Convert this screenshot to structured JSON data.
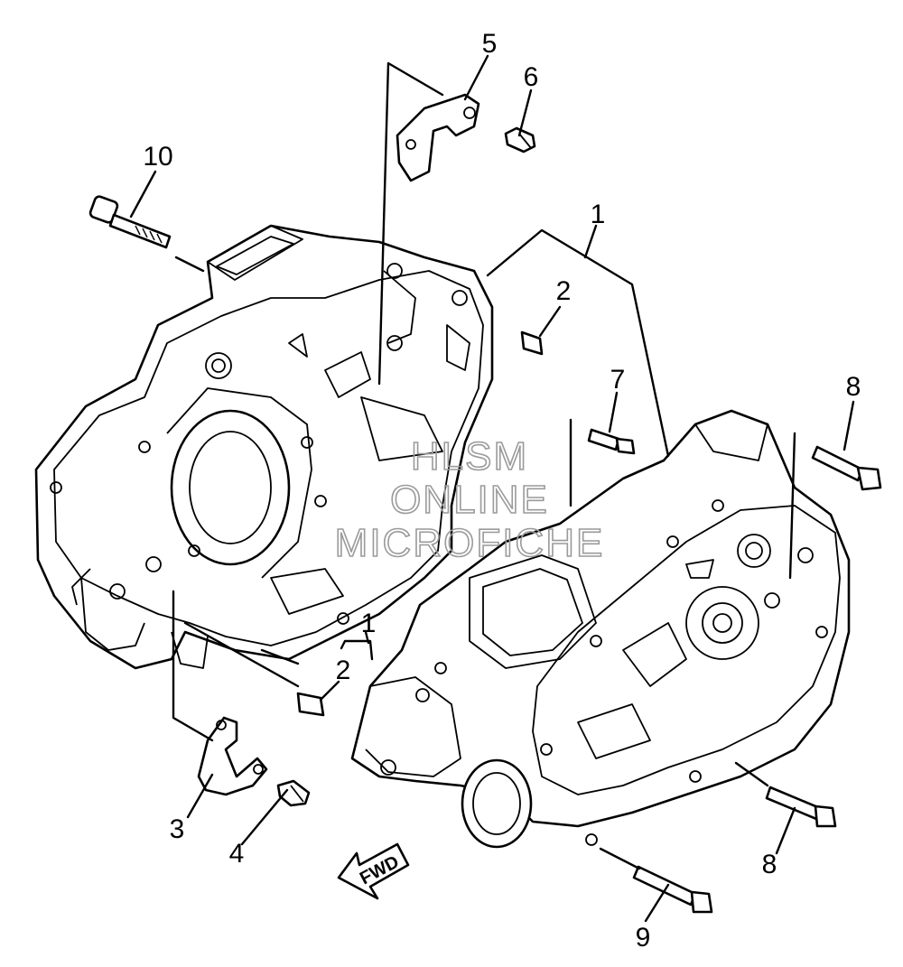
{
  "diagram": {
    "callouts": [
      {
        "id": "c1a",
        "text": "1"
      },
      {
        "id": "c2a",
        "text": "2"
      },
      {
        "id": "c1b",
        "text": "1"
      },
      {
        "id": "c2b",
        "text": "2"
      },
      {
        "id": "c3",
        "text": "3"
      },
      {
        "id": "c4",
        "text": "4"
      },
      {
        "id": "c5",
        "text": "5"
      },
      {
        "id": "c6",
        "text": "6"
      },
      {
        "id": "c7",
        "text": "7"
      },
      {
        "id": "c8a",
        "text": "8"
      },
      {
        "id": "c8b",
        "text": "8"
      },
      {
        "id": "c9",
        "text": "9"
      },
      {
        "id": "c10",
        "text": "10"
      }
    ],
    "direction_arrow": "FWD",
    "watermark": [
      "HLSM",
      "ONLINE",
      "MICROFICHE"
    ]
  }
}
